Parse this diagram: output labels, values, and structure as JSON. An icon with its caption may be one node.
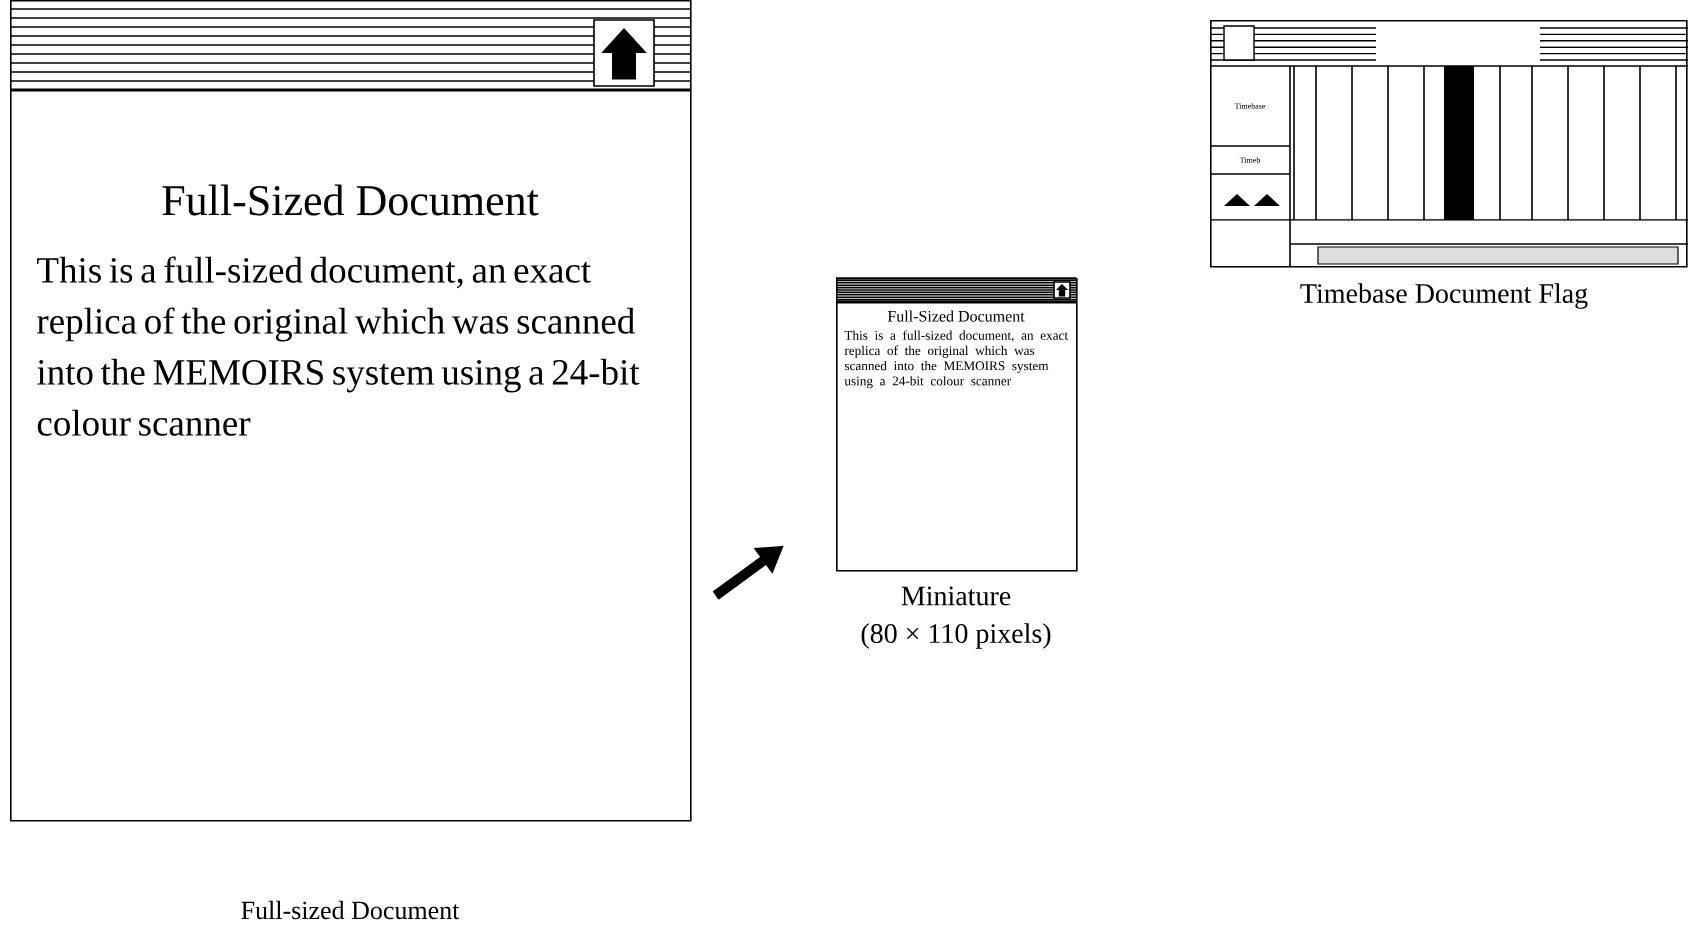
{
  "diagram": {
    "nodes": [
      {
        "text": [
          "Full-Sized Document",
          "This is a full-sized document, an exact replica of the original which was scanned into the MEMOIRS system using a 24-bit colour scanner"
        ],
        "beside": [
          "Full-sized Document"
        ]
      },
      {
        "text": [
          "Full-Sized Document",
          "This is a full-sized document, an exact replica of the original which was scanned into the MEMOIRS system using a 24-bit colour scanner"
        ],
        "beside": [
          "Miniature",
          "(80 × 110 pixels)"
        ]
      },
      {
        "text": [
          "Timebase",
          "Timeb"
        ],
        "beside": [
          "Timebase Document Flag"
        ]
      }
    ],
    "edges": [
      {
        "from": 0,
        "to": 1,
        "arrow": "to"
      }
    ]
  }
}
